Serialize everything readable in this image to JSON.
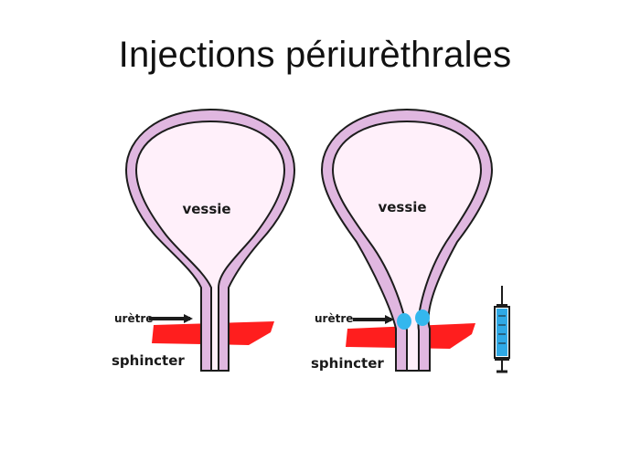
{
  "title": "Injections périurèthrales",
  "panels": [
    {
      "bladder_label": "vessie",
      "urethra_label": "urètre",
      "sphincter_label": "sphincter",
      "injection": false
    },
    {
      "bladder_label": "vessie",
      "urethra_label": "urètre",
      "sphincter_label": "sphincter",
      "injection": true
    }
  ],
  "colors": {
    "bladder_wall": "#e0b7e0",
    "bladder_interior": "#fff0fa",
    "outline": "#1c1c1c",
    "sphincter": "#ff1e1e",
    "implant": "#34b7ee",
    "syringe_fluid": "#2fa9e6"
  },
  "icons": {
    "syringe": "syringe-icon",
    "arrow": "arrow-right-icon"
  }
}
